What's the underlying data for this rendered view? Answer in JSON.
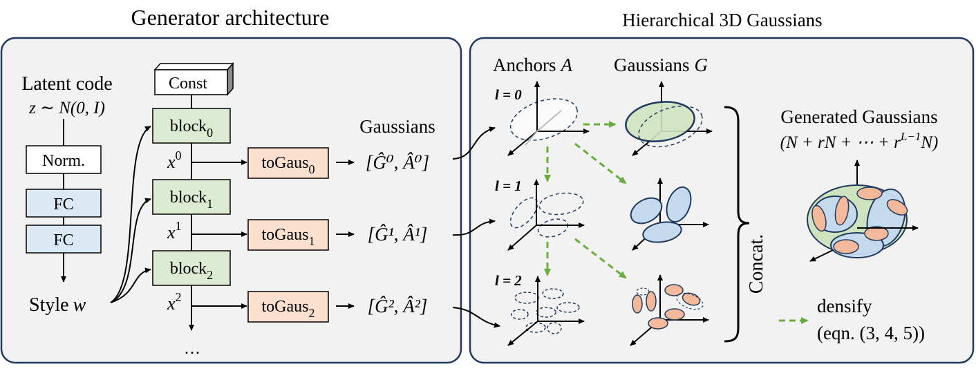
{
  "left": {
    "title": "Generator architecture",
    "latent_label": "Latent code",
    "latent_formula": "z ∼ N(0, I)",
    "norm": "Norm.",
    "fc1": "FC",
    "fc2": "FC",
    "style_label": "Style",
    "style_var": "w",
    "const": "Const",
    "blocks": [
      {
        "name": "block",
        "sub": "0"
      },
      {
        "name": "block",
        "sub": "1"
      },
      {
        "name": "block",
        "sub": "2"
      }
    ],
    "latents": [
      {
        "name": "x",
        "sup": "0"
      },
      {
        "name": "x",
        "sup": "1"
      },
      {
        "name": "x",
        "sup": "2"
      }
    ],
    "togaus": [
      {
        "name": "toGaus",
        "sub": "0"
      },
      {
        "name": "toGaus",
        "sub": "1"
      },
      {
        "name": "toGaus",
        "sub": "2"
      }
    ],
    "gaussians_header": "Gaussians",
    "outputs": [
      "[Ĝ⁰, Â⁰]",
      "[Ĝ¹, Â¹]",
      "[Ĝ², Â²]"
    ],
    "ellipsis": "…"
  },
  "right": {
    "title": "Hierarchical 3D Gaussians",
    "anchors_label": "Anchors",
    "anchors_var": "A",
    "gaussians_label": "Gaussians",
    "gaussians_var": "G",
    "levels": [
      "l = 0",
      "l = 1",
      "l = 2"
    ],
    "concat": "Concat.",
    "generated_title": "Generated Gaussians",
    "generated_formula": "(N + rN + ⋯ + r",
    "generated_exp": "L−1",
    "generated_tail": "N)",
    "legend_label": "densify",
    "legend_eqn": "(eqn. (3, 4, 5))"
  },
  "colors": {
    "panel_border": "#1f3a5c",
    "panel_fill": "#f2f2f2",
    "block_green": "#dcebd2",
    "togaus_orange": "#fbe0cf",
    "fc_blue": "#dbe9f5",
    "gauss_green": "#cfe3bf",
    "gauss_blue": "#c5d9ef",
    "gauss_orange": "#f4b89a",
    "densify_arrow": "#6aad3c"
  }
}
